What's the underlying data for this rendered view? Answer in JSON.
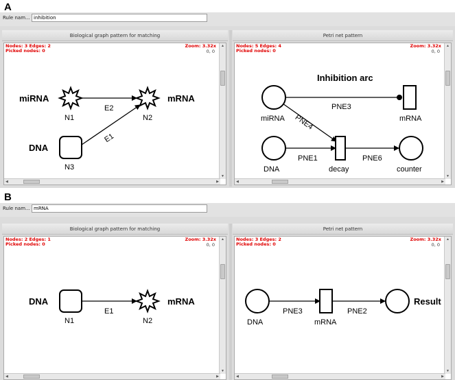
{
  "panels": [
    {
      "letter": "A",
      "rule_label": "Rule nam...",
      "rule_value": "inhibition",
      "bio": {
        "title": "Biological graph pattern for matching",
        "counts": "Nodes: 3 Edges: 2",
        "picked": "Picked nodes: 0",
        "zoom": "Zoom: 3.32x",
        "coord": "0, 0",
        "labels": {
          "mirna": "miRNA",
          "mrna": "mRNA",
          "dna": "DNA",
          "n1": "N1",
          "n2": "N2",
          "n3": "N3",
          "e1": "E1",
          "e2": "E2"
        }
      },
      "petri": {
        "title": "Petri net pattern",
        "counts": "Nodes: 5 Edges: 4",
        "picked": "Picked nodes: 0",
        "zoom": "Zoom: 3.32x",
        "coord": "0, 0",
        "heading": "Inhibition arc",
        "labels": {
          "mirna": "miRNA",
          "mrna": "mRNA",
          "dna": "DNA",
          "decay": "decay",
          "counter": "counter",
          "pne1": "PNE1",
          "pne3": "PNE3",
          "pne4": "PNE4",
          "pne6": "PNE6"
        }
      }
    },
    {
      "letter": "B",
      "rule_label": "Rule nam...",
      "rule_value": "mRNA",
      "bio": {
        "title": "Biological graph pattern for matching",
        "counts": "Nodes: 2 Edges: 1",
        "picked": "Picked nodes: 0",
        "zoom": "Zoom: 3.32x",
        "coord": "0, 0",
        "labels": {
          "dna": "DNA",
          "mrna": "mRNA",
          "n1": "N1",
          "n2": "N2",
          "e1": "E1"
        }
      },
      "petri": {
        "title": "Petri net pattern",
        "counts": "Nodes: 3 Edges: 2",
        "picked": "Picked nodes: 0",
        "zoom": "Zoom: 3.32x",
        "coord": "0, 0",
        "labels": {
          "dna": "DNA",
          "mrna": "mRNA",
          "result": "Result",
          "pne2": "PNE2",
          "pne3": "PNE3"
        }
      }
    }
  ],
  "icons": {
    "scroll_up": "triangle-up-icon",
    "scroll_down": "triangle-down-icon",
    "scroll_left": "triangle-left-icon",
    "scroll_right": "triangle-right-icon"
  },
  "colors": {
    "info_text": "#e00000",
    "window_bg": "#dcdcdc"
  }
}
